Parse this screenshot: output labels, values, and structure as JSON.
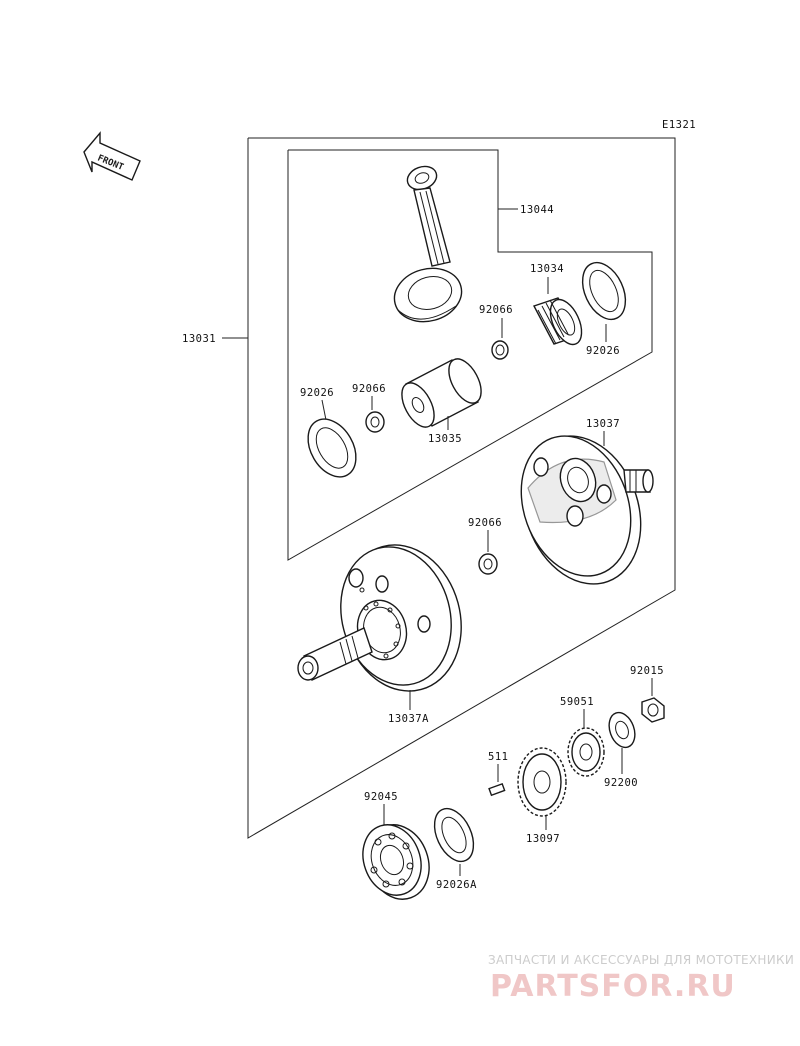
{
  "diagram_code": "E1321",
  "front_label": "FRONT",
  "callouts": {
    "crankshaft_assy": "13031",
    "connecting_rod": "13044",
    "needle_bearing": "13034",
    "collar_right": "92066",
    "washer_right": "92026",
    "washer_left": "92026",
    "collar_left": "92066",
    "crankpin": "13035",
    "flywheel_right": "13037",
    "collar_lower": "92066",
    "flywheel_left": "13037A",
    "nut": "92015",
    "gear_small": "59051",
    "washer_gear": "92200",
    "key": "511",
    "gear_large": "13097",
    "ball_bearing": "92045",
    "washer_bearing": "92026A"
  },
  "watermark": {
    "subtitle": "ЗАПЧАСТИ И АКСЕССУАРЫ ДЛЯ МОТОТЕХНИКИ",
    "brand": "PARTSFOR.RU"
  },
  "colors": {
    "line": "#1a1a1a",
    "watermark_text": "#f0c7c7",
    "watermark_sub": "#cccccc"
  }
}
